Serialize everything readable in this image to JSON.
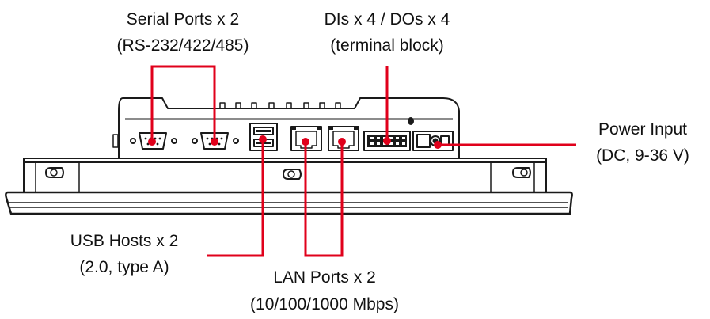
{
  "labels": {
    "serial_line1": "Serial Ports x 2",
    "serial_line2": "(RS-232/422/485)",
    "dio_line1": "DIs x 4 / DOs x 4",
    "dio_line2": "(terminal block)",
    "power_line1": "Power Input",
    "power_line2": "(DC, 9-36 V)",
    "usb_line1": "USB Hosts x 2",
    "usb_line2": "(2.0, type A)",
    "lan_line1": "LAN Ports x 2",
    "lan_line2": "(10/100/1000 Mbps)"
  },
  "colors": {
    "callout": "#e0001b",
    "outline": "#1a1a1a",
    "body_fill": "#ffffff",
    "text": "#111111"
  }
}
